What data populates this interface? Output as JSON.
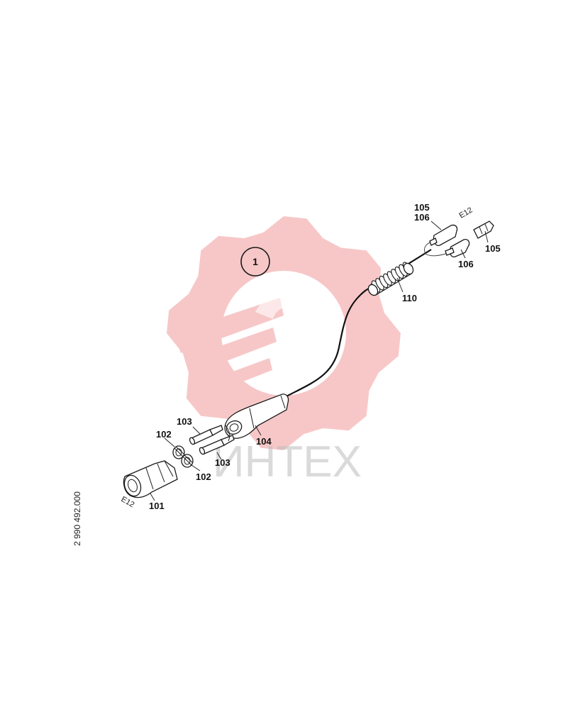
{
  "diagram": {
    "assembly_label": "1",
    "document_number": "2 990 492.000",
    "connector_code": "E12",
    "watermark_text": "ИНТЕХ",
    "accent_color": "#f29a9a",
    "parts": [
      {
        "id": "p105a",
        "label": "105"
      },
      {
        "id": "p106a",
        "label": "106"
      },
      {
        "id": "p105b",
        "label": "105"
      },
      {
        "id": "p106b",
        "label": "106"
      },
      {
        "id": "p110",
        "label": "110"
      },
      {
        "id": "p103a",
        "label": "103"
      },
      {
        "id": "p102a",
        "label": "102"
      },
      {
        "id": "p103b",
        "label": "103"
      },
      {
        "id": "p102b",
        "label": "102"
      },
      {
        "id": "p104",
        "label": "104"
      },
      {
        "id": "p101",
        "label": "101"
      }
    ]
  }
}
